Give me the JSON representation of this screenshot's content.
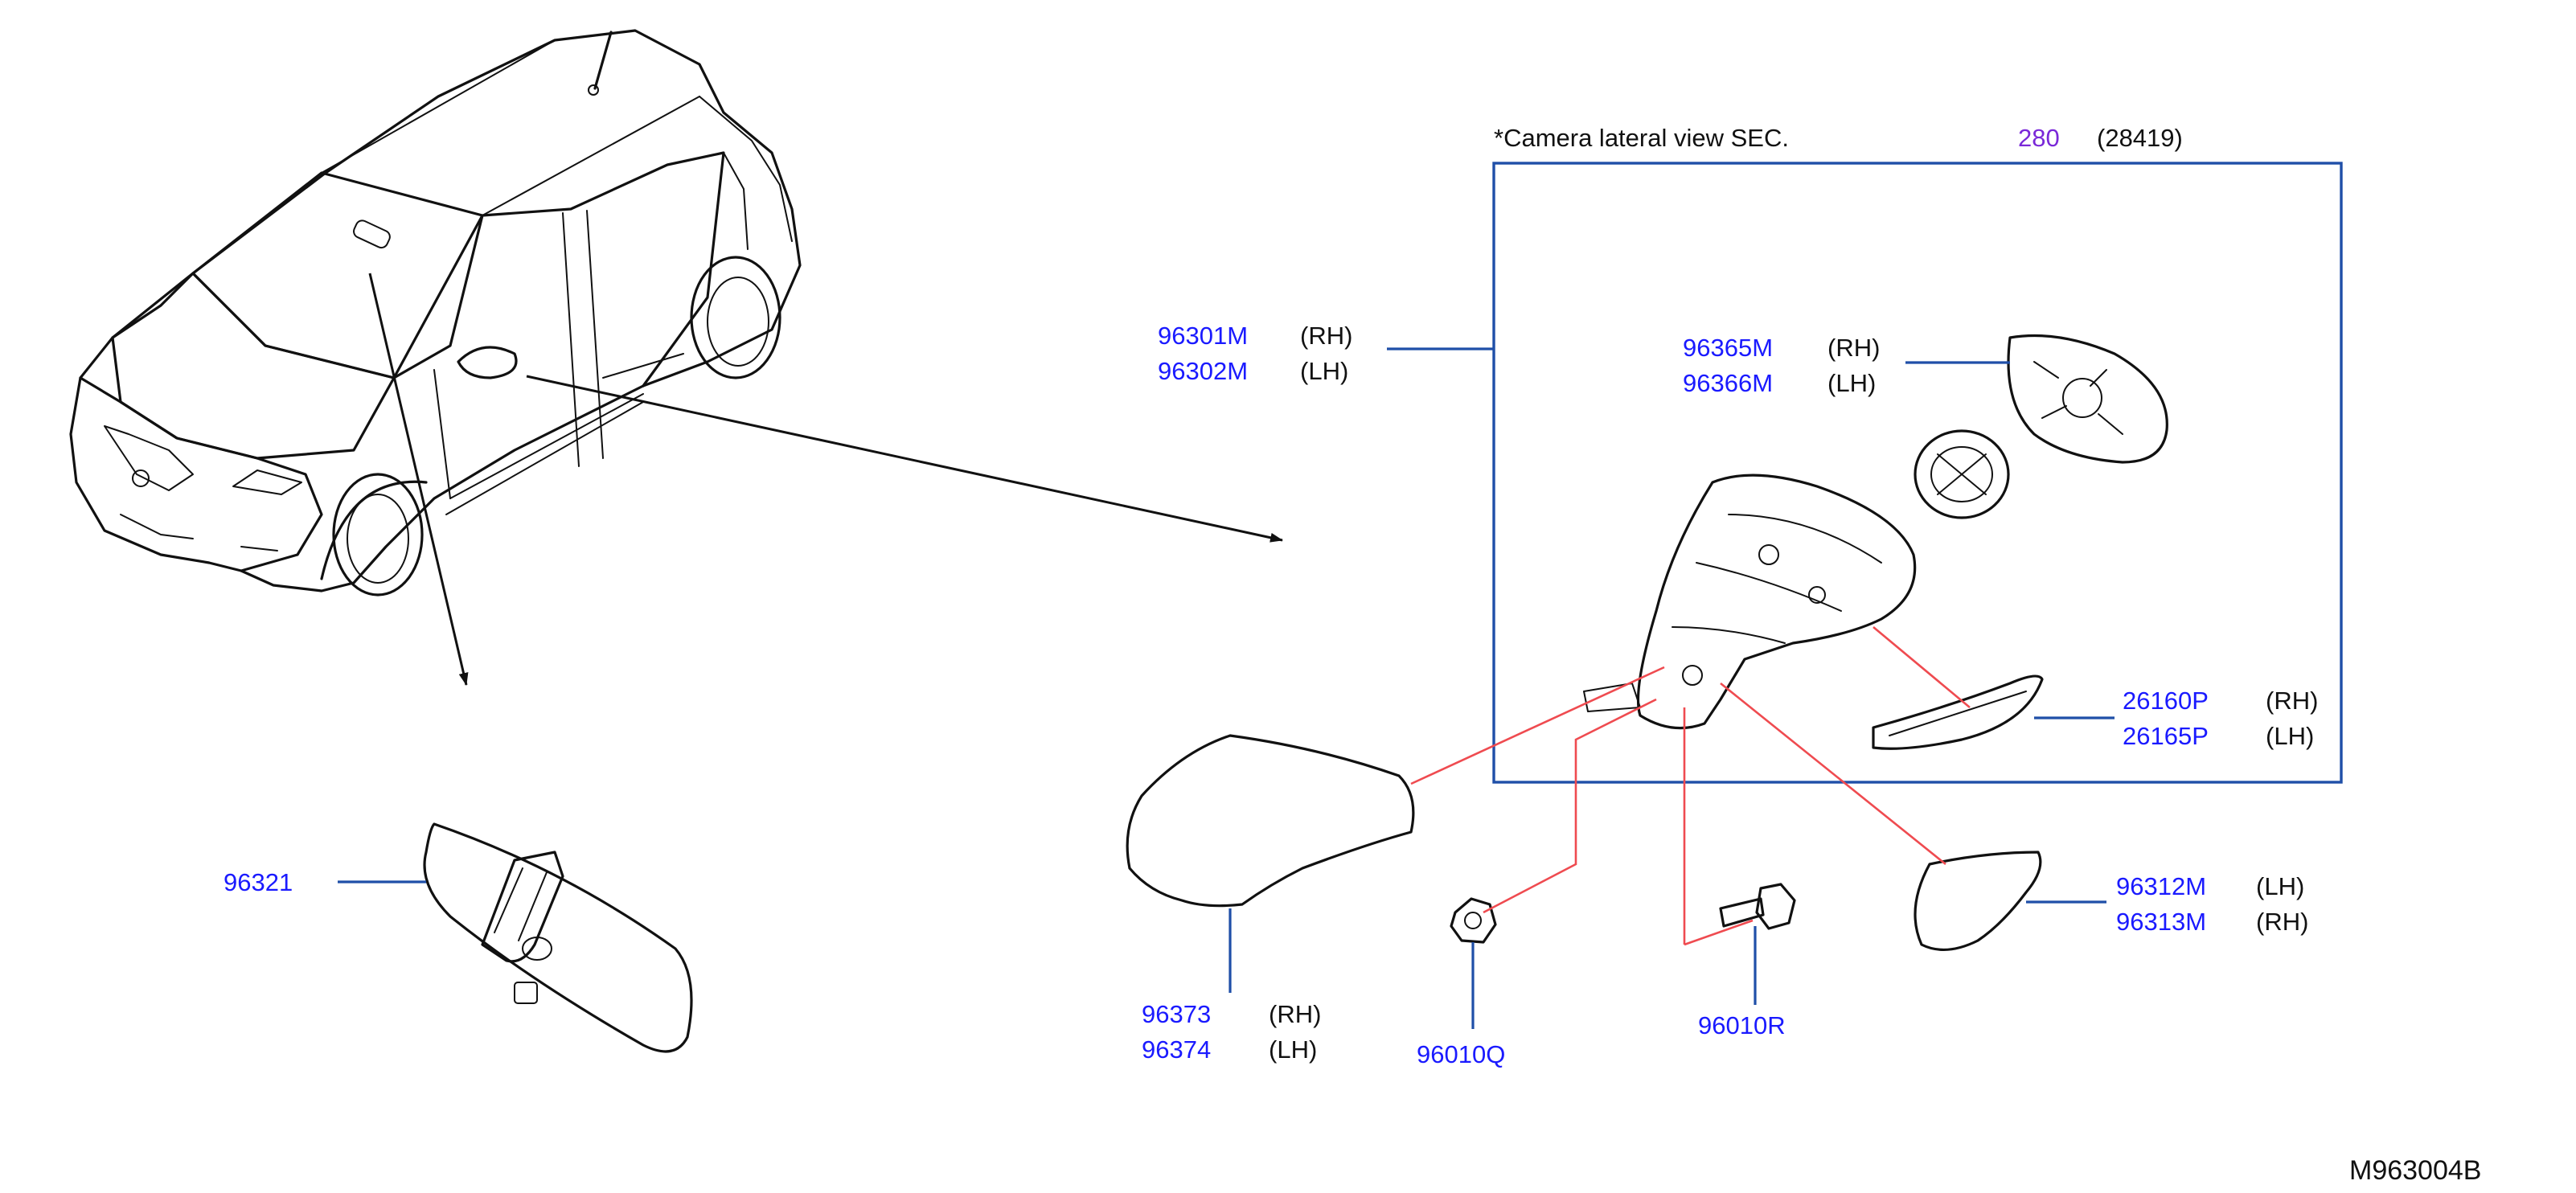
{
  "header": {
    "note": "*Camera lateral view SEC.",
    "section_link": "280",
    "section_ref": "(28419)"
  },
  "parts": {
    "mirror_assy_rh": "96301M",
    "mirror_assy_lh": "96302M",
    "mirror_assy_rh_side": "(RH)",
    "mirror_assy_lh_side": "(LH)",
    "glass_rh": "96365M",
    "glass_lh": "96366M",
    "glass_rh_side": "(RH)",
    "glass_lh_side": "(LH)",
    "lamp_rh": "26160P",
    "lamp_lh": "26165P",
    "lamp_rh_side": "(RH)",
    "lamp_lh_side": "(LH)",
    "cover_lh": "96312M",
    "cover_rh": "96313M",
    "cover_lh_side": "(LH)",
    "cover_rh_side": "(RH)",
    "cap_rh": "96373",
    "cap_lh": "96374",
    "cap_rh_side": "(RH)",
    "cap_lh_side": "(LH)",
    "nut": "96010Q",
    "bolt": "96010R",
    "inside_mirror": "96321"
  },
  "footer": {
    "diagram_code": "M963004B"
  },
  "colors": {
    "part_number": "#1a1aff",
    "section_link": "#7a28d8",
    "leader_line": "#1f4fa8",
    "assembly_line": "#ef4b50",
    "drawing": "#111111"
  }
}
